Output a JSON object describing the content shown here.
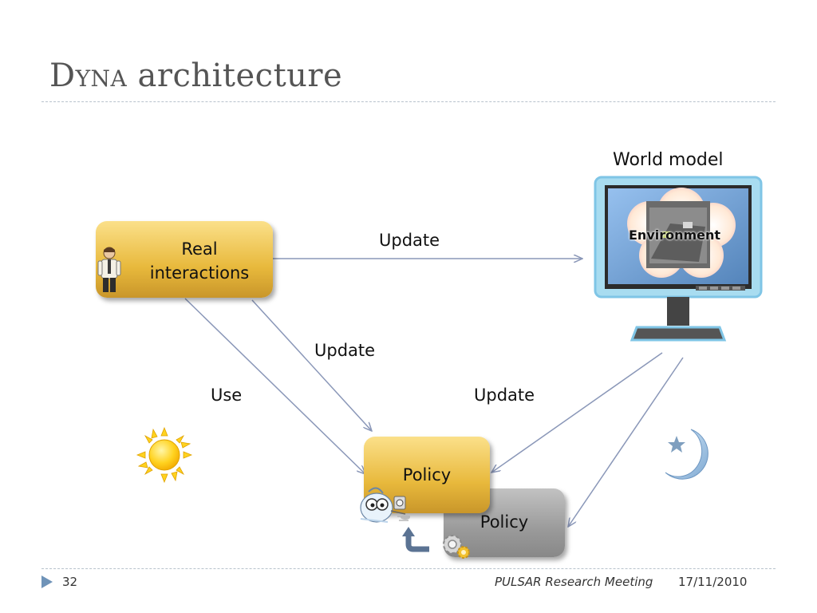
{
  "slide": {
    "title_first": "Dyna",
    "title_rest": " architecture",
    "world_model_label": "World model",
    "environment_label": "Environment",
    "real_interactions_label": "Real\ninteractions",
    "policy_front_label": "Policy",
    "policy_back_label": "Policy",
    "edge_labels": {
      "top_update": "Update",
      "middle_update": "Update",
      "right_update": "Update",
      "use": "Use"
    }
  },
  "footer": {
    "page_number": "32",
    "meeting": "PULSAR Research Meeting",
    "date": "17/11/2010"
  },
  "colors": {
    "arrow": "#8a97b8",
    "gold": "#e8b93c",
    "monitor_frame": "#7fc5e6",
    "title": "#555555"
  }
}
